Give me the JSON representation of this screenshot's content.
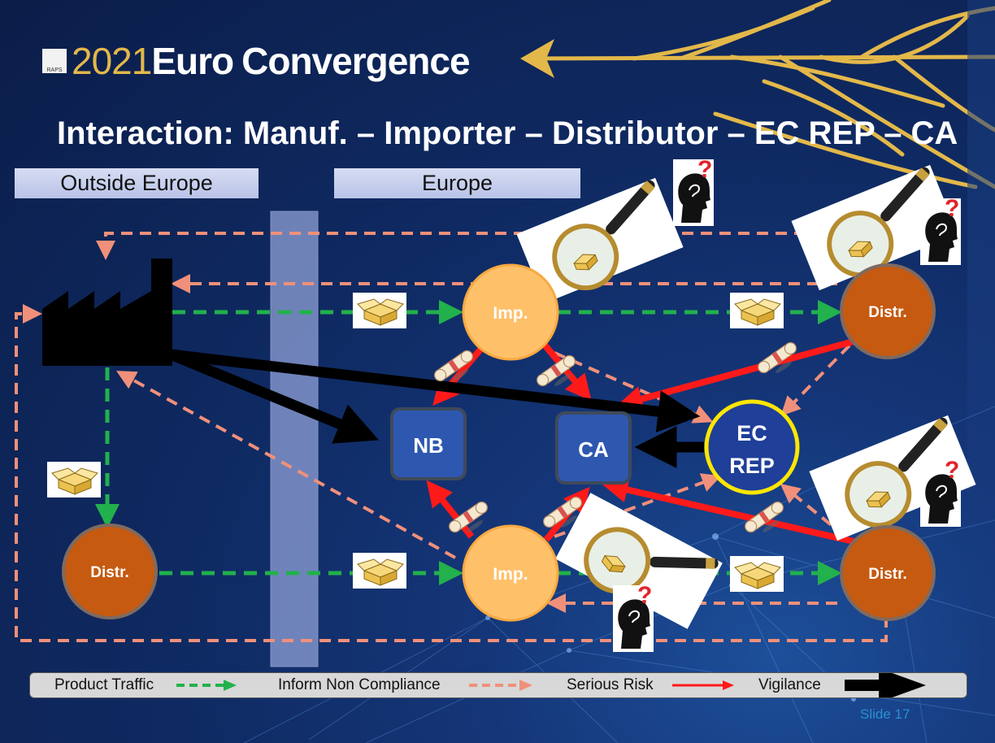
{
  "logo": {
    "brand": "RAPS",
    "year": "2021",
    "euro": "Euro",
    "convergence": "Convergence"
  },
  "title": "Interaction: Manuf. – Importer – Distributor – EC REP – CA",
  "regions": {
    "outside": "Outside Europe",
    "europe": "Europe"
  },
  "nodes": {
    "imp_top": "Imp.",
    "imp_bottom": "Imp.",
    "distr_top": "Distr.",
    "distr_mid": "Distr.",
    "distr_left": "Distr.",
    "nb": "NB",
    "ca": "CA",
    "ecrep_line1": "EC",
    "ecrep_line2": "REP"
  },
  "legend": {
    "product_traffic": "Product Traffic",
    "inform_non_compliance": "Inform Non Compliance",
    "serious_risk": "Serious Risk",
    "vigilance": "Vigilance"
  },
  "colors": {
    "product_traffic": "#22b14c",
    "inform_non_compliance": "#f0907a",
    "serious_risk": "#ff1a1a",
    "vigilance": "#000000",
    "importer": "#ffc06a",
    "distributor": "#c65a11",
    "authority": "#2e58b0",
    "ecrep": "#1f3f99",
    "gold": "#e3b84a"
  },
  "icons": [
    "factory-icon",
    "package-icon",
    "magnifier-icon",
    "question-head-icon",
    "scroll-icon"
  ],
  "slide_number": "Slide 17"
}
